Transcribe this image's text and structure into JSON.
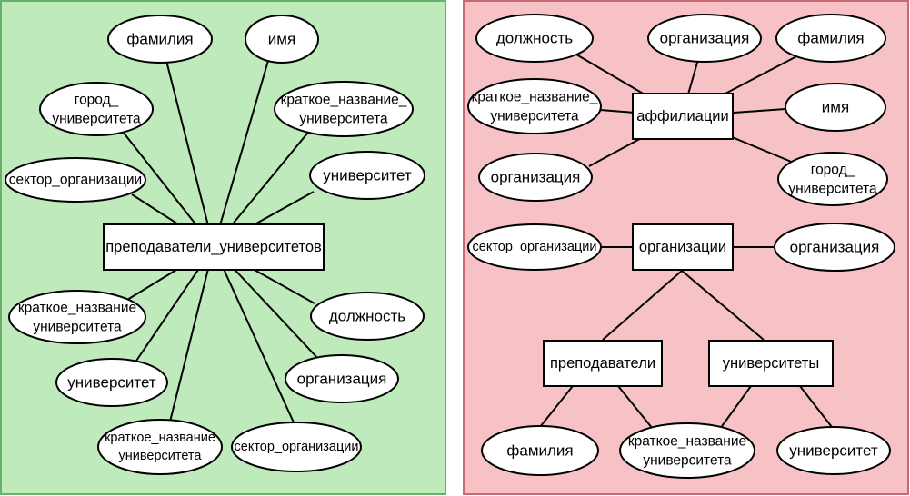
{
  "colors": {
    "left_panel_fill": "#bfeabb",
    "left_panel_border": "#6ab06a",
    "right_panel_fill": "#f6c2c6",
    "right_panel_border": "#c86a72"
  },
  "left_panel": {
    "entity": "преподаватели_университетов",
    "attributes": [
      "фамилия",
      "имя",
      [
        "город_",
        "университета"
      ],
      [
        "краткое_название_",
        "университета"
      ],
      "сектор_организации",
      "университет",
      [
        "краткое_название",
        "университета"
      ],
      "должность",
      "университет",
      "организация",
      [
        "краткое_название",
        "университета"
      ],
      "сектор_организации"
    ]
  },
  "right_panel": {
    "entities": {
      "affiliations": "аффилиации",
      "organizations": "организации",
      "teachers": "преподаватели",
      "universities": "университеты"
    },
    "affiliation_attributes": [
      "должность",
      "организация",
      "фамилия",
      [
        "краткое_название_",
        "университета"
      ],
      "имя",
      "организация",
      [
        "город_",
        "университета"
      ]
    ],
    "organization_attributes": [
      "сектор_организации",
      "организация"
    ],
    "teacher_attributes": [
      "фамилия",
      [
        "краткое_название",
        "университета"
      ]
    ],
    "university_attributes": [
      "университет"
    ]
  }
}
